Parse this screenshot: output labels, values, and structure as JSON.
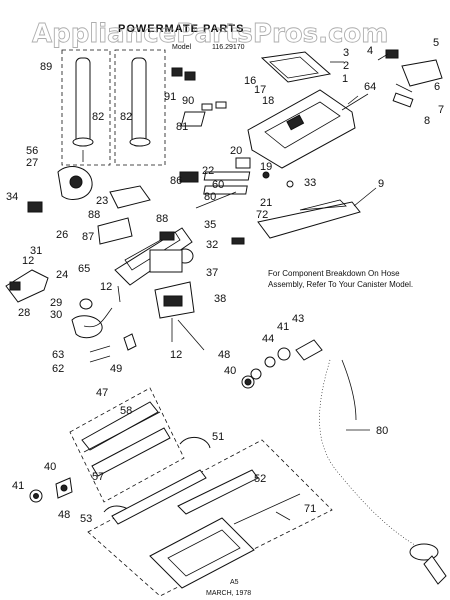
{
  "header": {
    "title": "POWERMATE PARTS",
    "model_label": "Model",
    "model_number": "116.29170",
    "watermark": "AppliancePartsPros.com"
  },
  "note": {
    "line1": "For Component Breakdown On Hose",
    "line2": "Assembly, Refer To Your Canister Model."
  },
  "footer": {
    "code": "A5",
    "date": "MARCH, 1978"
  },
  "callouts": {
    "c1": "1",
    "c2": "2",
    "c3": "3",
    "c4": "4",
    "c5": "5",
    "c6": "6",
    "c7": "7",
    "c8": "8",
    "c9": "9",
    "c12a": "12",
    "c12b": "12",
    "c12c": "12",
    "c16": "16",
    "c17": "17",
    "c18": "18",
    "c19": "19",
    "c20": "20",
    "c21": "21",
    "c22": "22",
    "c23": "23",
    "c24": "24",
    "c26": "26",
    "c27": "27",
    "c28": "28",
    "c29": "29",
    "c30": "30",
    "c31": "31",
    "c32": "32",
    "c33": "33",
    "c34": "34",
    "c35": "35",
    "c37": "37",
    "c38": "38",
    "c40a": "40",
    "c40b": "40",
    "c41a": "41",
    "c41b": "41",
    "c43": "43",
    "c44": "44",
    "c47": "47",
    "c48a": "48",
    "c48b": "48",
    "c49": "49",
    "c51": "51",
    "c52": "52",
    "c53": "53",
    "c56": "56",
    "c57": "57",
    "c58": "58",
    "c60": "60",
    "c62": "62",
    "c63": "63",
    "c64": "64",
    "c65": "65",
    "c71": "71",
    "c72": "72",
    "c80a": "80",
    "c80b": "80",
    "c81": "81",
    "c82a": "82",
    "c82b": "82",
    "c86": "86",
    "c87": "87",
    "c88a": "88",
    "c88b": "88",
    "c89": "89",
    "c90": "90",
    "c91": "91"
  }
}
